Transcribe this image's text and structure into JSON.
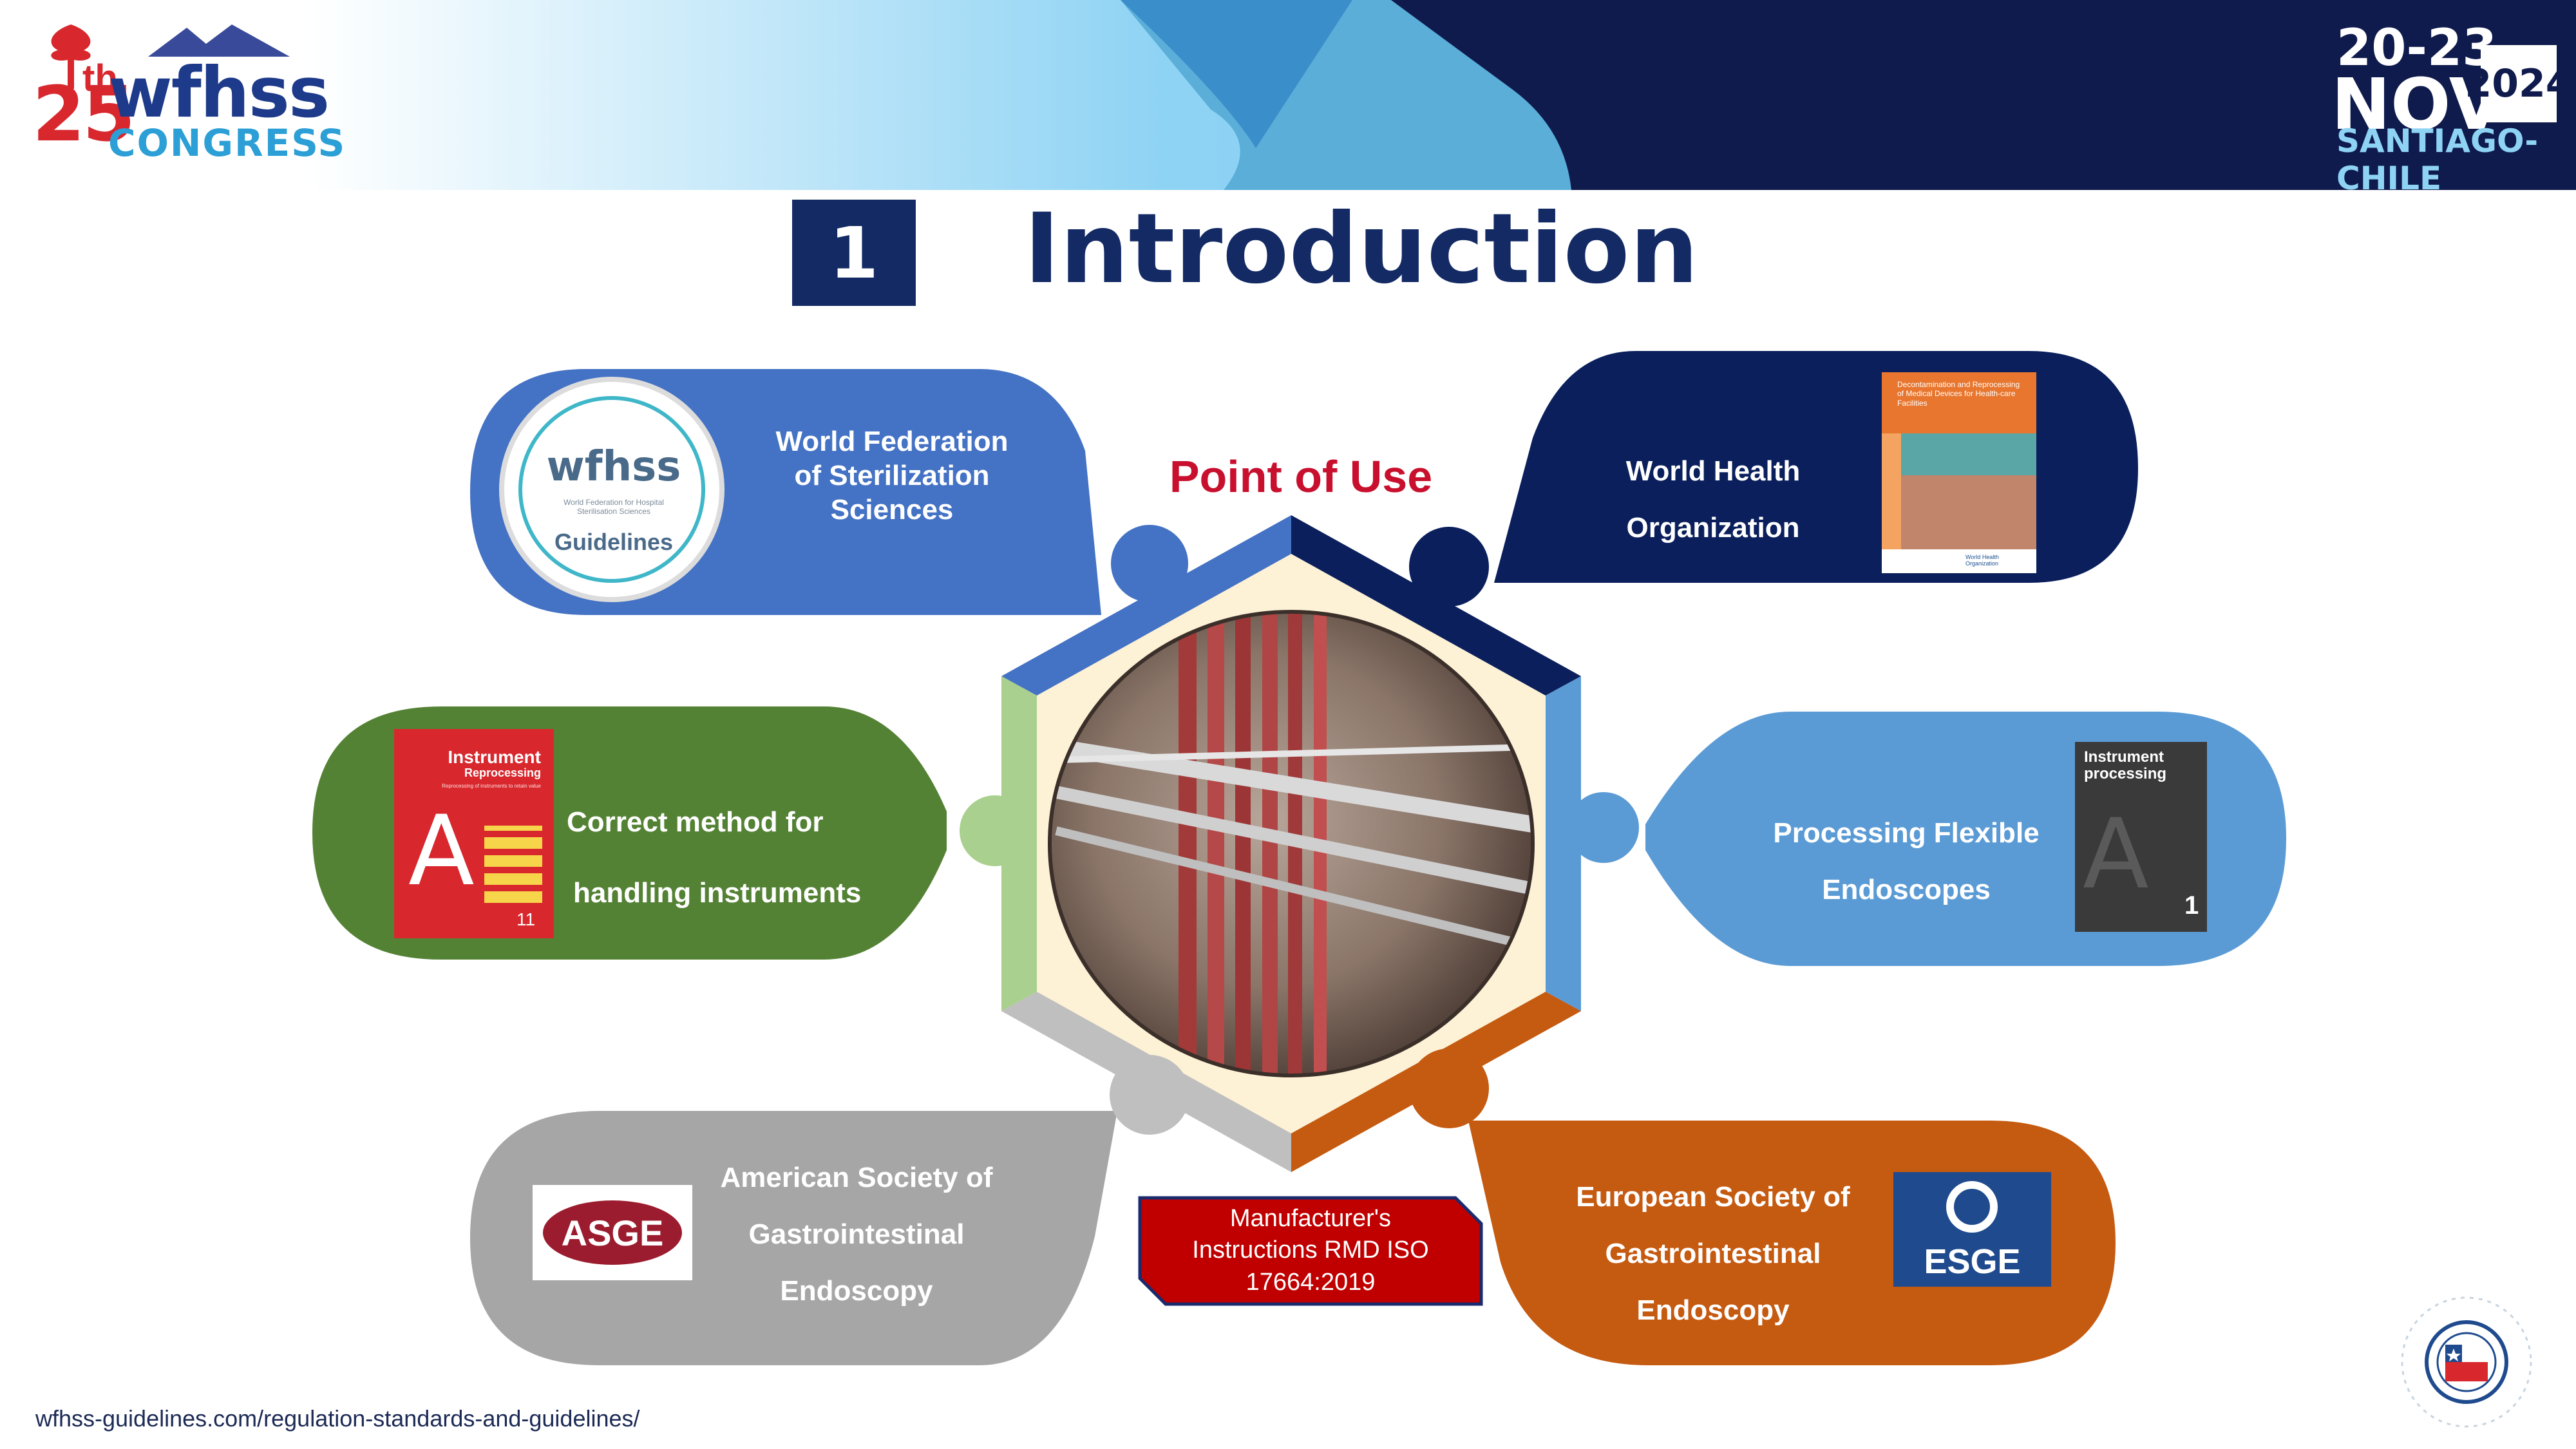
{
  "header": {
    "logo": {
      "number": "25",
      "suffix": "th",
      "name": "wfhss",
      "subtitle": "CONGRESS"
    },
    "date": {
      "range": "20-23",
      "month": "NOV",
      "year": "2024",
      "city": "SANTIAGO-CHILE"
    }
  },
  "section": {
    "number": "1",
    "title": "Introduction"
  },
  "center": {
    "title": "Point of Use",
    "title_color": "#c8102e"
  },
  "cards": {
    "wfhss": {
      "lines": [
        "World Federation",
        "of  Sterilization",
        "Sciences"
      ],
      "badge_name": "wfhss",
      "badge_caption": "Guidelines",
      "badge_small": "World Federation for Hospital Sterilisation Sciences",
      "color": "#4472c4"
    },
    "who": {
      "lines": [
        "World Health",
        "Organization"
      ],
      "book_title": "Decontamination and Reprocessing of Medical Devices for Health-care Facilities",
      "book_publisher": "World Health Organization",
      "color": "#0a1f5c"
    },
    "handling": {
      "lines": [
        "Correct method for",
        "handling instruments"
      ],
      "book_title": "Instrument",
      "book_subtitle": "Reprocessing",
      "book_tagline": "Reprocessing of instruments to retain value",
      "book_number": "11",
      "color": "#548235"
    },
    "flexible": {
      "lines": [
        "Processing Flexible",
        "Endoscopes"
      ],
      "book_title": "Instrument",
      "book_subtitle": "processing",
      "book_number": "1",
      "color": "#5b9bd5"
    },
    "asge": {
      "lines": [
        "American Society of",
        "Gastrointestinal",
        "Endoscopy"
      ],
      "logo_text": "ASGE",
      "color": "#a6a6a6"
    },
    "esge": {
      "lines": [
        "European Society of",
        "Gastrointestinal",
        "Endoscopy"
      ],
      "logo_text": "ESGE",
      "color": "#c55a11"
    }
  },
  "manufacturer": {
    "lines": [
      "Manufacturer's",
      "Instructions RMD ISO",
      "17664:2019"
    ],
    "color": "#c00000"
  },
  "footer": {
    "url": "wfhss-guidelines.com/regulation-standards-and-guidelines/"
  },
  "icons": [
    "chile-flag-icon"
  ]
}
